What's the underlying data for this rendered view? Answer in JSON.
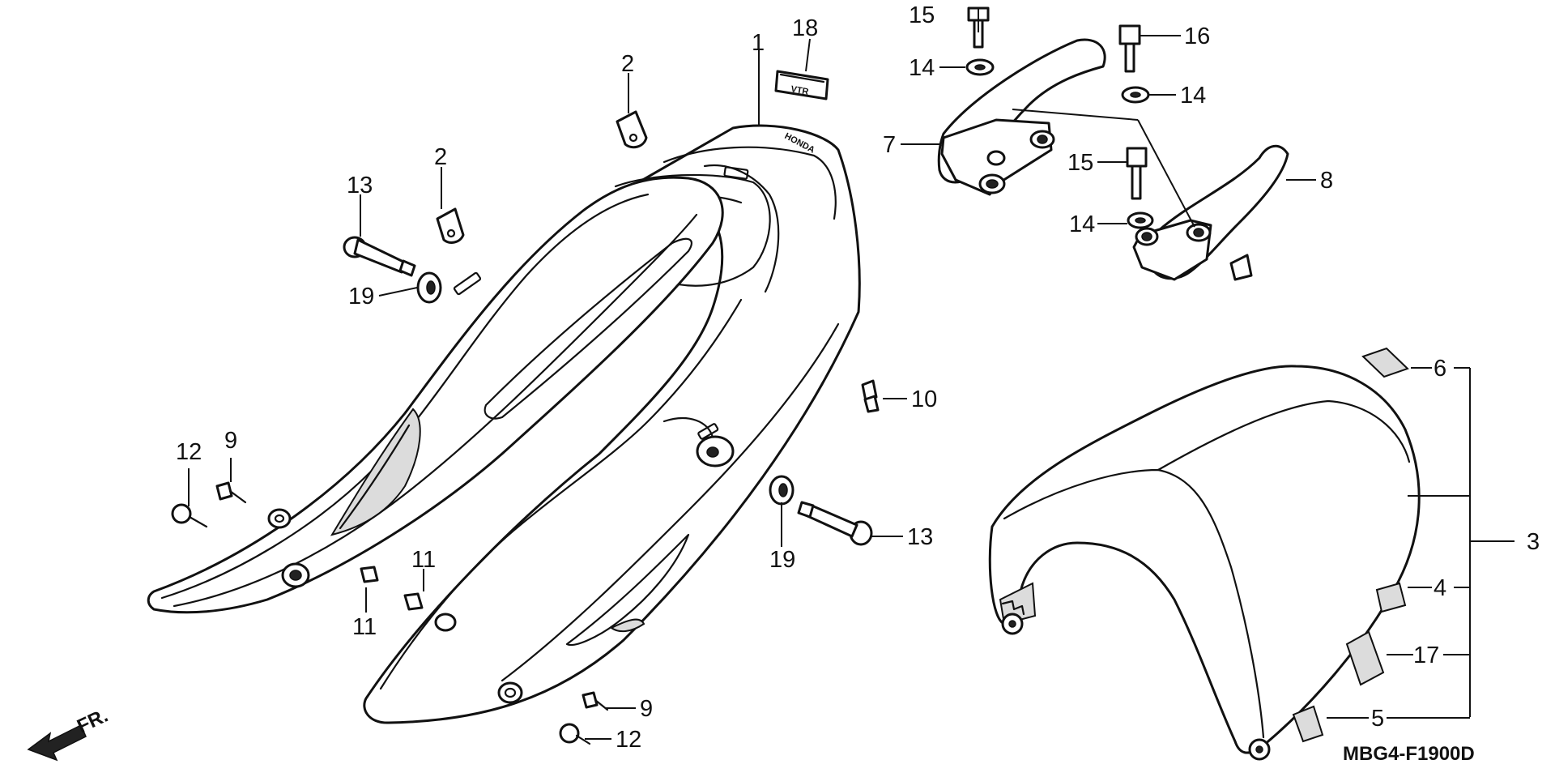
{
  "diagram": {
    "code": "MBG4-F1900D",
    "direction_label": "FR.",
    "cowl_brand_mark": "HONDA",
    "emblem_text": "VTR"
  },
  "callouts": [
    {
      "id": "c1",
      "label": "1"
    },
    {
      "id": "c2a",
      "label": "2"
    },
    {
      "id": "c2b",
      "label": "2"
    },
    {
      "id": "c3",
      "label": "3"
    },
    {
      "id": "c4",
      "label": "4"
    },
    {
      "id": "c5",
      "label": "5"
    },
    {
      "id": "c6",
      "label": "6"
    },
    {
      "id": "c7",
      "label": "7"
    },
    {
      "id": "c8",
      "label": "8"
    },
    {
      "id": "c9a",
      "label": "9"
    },
    {
      "id": "c9b",
      "label": "9"
    },
    {
      "id": "c10",
      "label": "10"
    },
    {
      "id": "c11a",
      "label": "11"
    },
    {
      "id": "c11b",
      "label": "11"
    },
    {
      "id": "c12a",
      "label": "12"
    },
    {
      "id": "c12b",
      "label": "12"
    },
    {
      "id": "c13a",
      "label": "13"
    },
    {
      "id": "c13b",
      "label": "13"
    },
    {
      "id": "c14a",
      "label": "14"
    },
    {
      "id": "c14b",
      "label": "14"
    },
    {
      "id": "c14c",
      "label": "14"
    },
    {
      "id": "c15a",
      "label": "15"
    },
    {
      "id": "c15b",
      "label": "15"
    },
    {
      "id": "c16",
      "label": "16"
    },
    {
      "id": "c17",
      "label": "17"
    },
    {
      "id": "c18",
      "label": "18"
    },
    {
      "id": "c19a",
      "label": "19"
    },
    {
      "id": "c19b",
      "label": "19"
    }
  ]
}
